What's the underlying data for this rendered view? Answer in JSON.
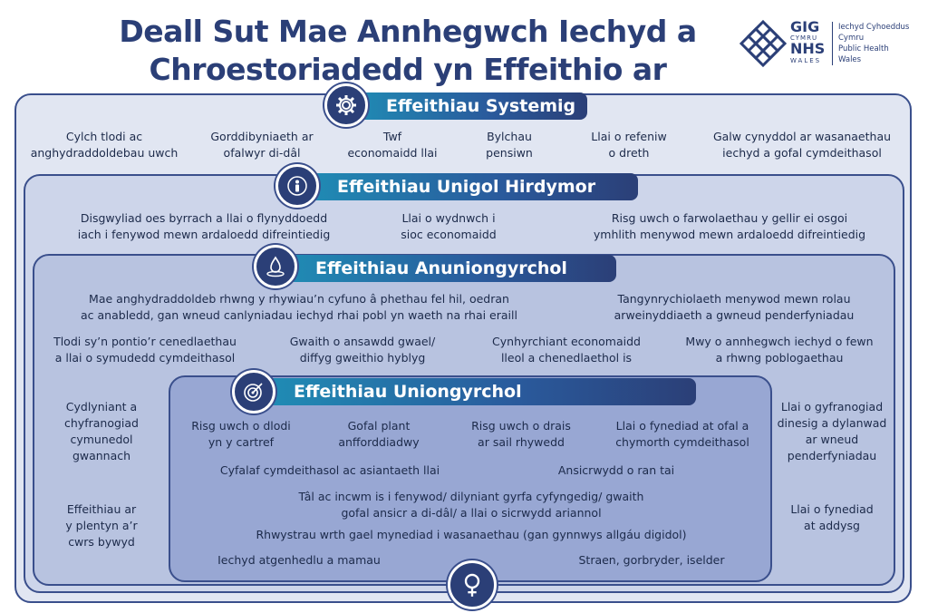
{
  "title_line1": "Deall Sut Mae Annhegwch Iechyd a",
  "title_line2": "Chroestoriadedd yn Effeithio ar Iechyd",
  "logo": {
    "gig": "GIG",
    "cymru": "CYMRU",
    "nhs": "NHS",
    "wales": "WALES",
    "org1": "Iechyd Cyhoeddus",
    "org2": "Cymru",
    "org3": "Public Health",
    "org4": "Wales"
  },
  "colors": {
    "navy": "#2b3f77",
    "teal": "#1f8fb6"
  },
  "systemic": {
    "heading": "Effeithiau Systemig",
    "icon": "gear-icon",
    "items": [
      [
        "Cylch tlodi ac",
        "anghydraddoldebau uwch"
      ],
      [
        "Gorddibyniaeth ar",
        "ofalwyr di-dâl"
      ],
      [
        "Twf",
        "economaidd llai"
      ],
      [
        "Bylchau",
        "pensiwn"
      ],
      [
        "Llai o refeniw",
        "o dreth"
      ],
      [
        "Galw cynyddol ar wasanaethau",
        "iechyd a gofal cymdeithasol"
      ]
    ]
  },
  "longterm": {
    "heading": "Effeithiau Unigol Hirdymor",
    "icon": "person-icon",
    "items": [
      [
        "Disgwyliad oes byrrach a llai o flynyddoedd",
        "iach i fenywod mewn ardaloedd difreintiedig"
      ],
      [
        "Llai o wydnwch i",
        "sioc economaidd"
      ],
      [
        "Risg uwch o farwolaethau y gellir ei osgoi",
        "ymhlith menywod mewn ardaloedd difreintiedig"
      ]
    ]
  },
  "indirect": {
    "heading": "Effeithiau Anuniongyrchol",
    "icon": "water-drop-icon",
    "items": [
      [
        "Mae anghydraddoldeb rhwng y rhywiau’n cyfuno â phethau fel hil, oedran",
        "ac anabledd, gan wneud canlyniadau iechyd rhai pobl yn waeth na rhai eraill"
      ],
      [
        "Tangynrychiolaeth menywod mewn rolau",
        "arweinyddiaeth a gwneud penderfyniadau"
      ],
      [
        "Tlodi sy’n pontio’r cenedlaethau",
        "a llai o symudedd cymdeithasol"
      ],
      [
        "Gwaith o ansawdd gwael/",
        "diffyg gweithio hyblyg"
      ],
      [
        "Cynhyrchiant economaidd",
        "lleol a chenedlaethol is"
      ],
      [
        "Mwy o annhegwch iechyd o fewn",
        "a rhwng poblogaethau"
      ]
    ],
    "left": [
      [
        "Cydlyniant a",
        "chyfranogiad",
        "cymunedol",
        "gwannach"
      ],
      [
        "Effeithiau ar",
        "y plentyn a’r",
        "cwrs bywyd"
      ]
    ],
    "right": [
      [
        "Llai o gyfranogiad",
        "dinesig a dylanwad",
        "ar wneud",
        "penderfyniadau"
      ],
      [
        "Llai o fynediad",
        "at addysg"
      ]
    ]
  },
  "direct": {
    "heading": "Effeithiau Uniongyrchol",
    "icon": "target-icon",
    "items": [
      [
        "Risg uwch o dlodi",
        "yn y cartref"
      ],
      [
        "Gofal plant",
        "anfforddiadwy"
      ],
      [
        "Risg uwch o drais",
        "ar sail rhywedd"
      ],
      [
        "Llai o fynediad at ofal a",
        "chymorth cymdeithasol"
      ],
      [
        "Cyfalaf cymdeithasol ac asiantaeth llai"
      ],
      [
        "Ansicrwydd o ran tai"
      ],
      [
        "Tâl ac incwm is i fenywod/ dilyniant gyrfa cyfyngedig/ gwaith",
        "gofal ansicr a di-dâl/ a llai o sicrwydd ariannol"
      ],
      [
        "Rhwystrau wrth gael mynediad i wasanaethau (gan gynnwys allgáu digidol)"
      ],
      [
        "Iechyd atgenhedlu a mamau"
      ],
      [
        "Straen, gorbryder, iselder"
      ]
    ]
  },
  "bottom_icon": "female-symbol-icon"
}
